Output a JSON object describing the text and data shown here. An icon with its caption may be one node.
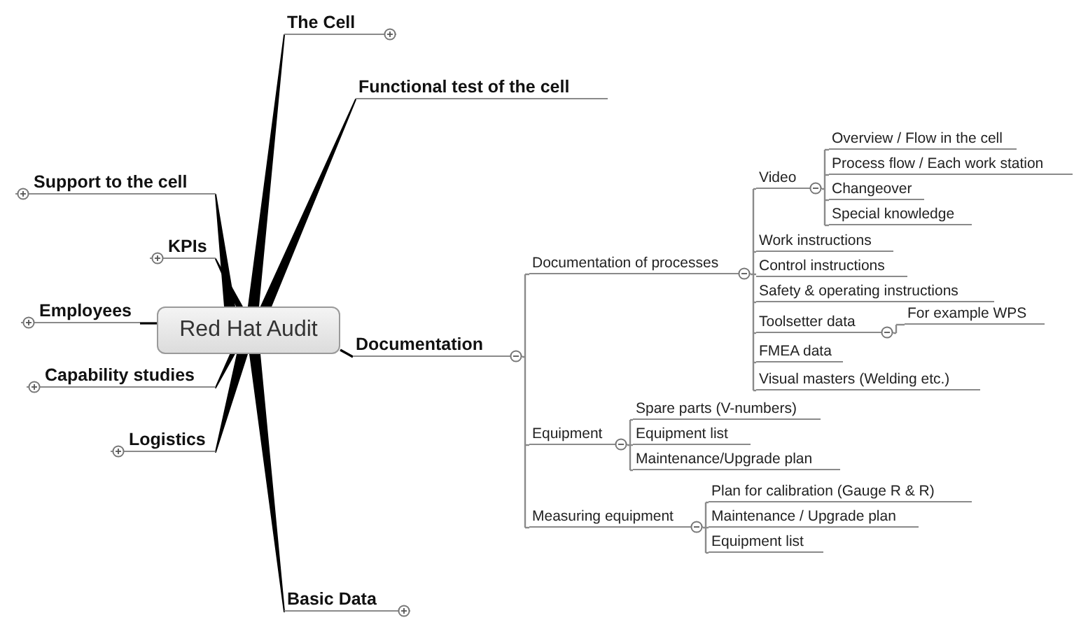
{
  "diagram": {
    "nodes": [
      {
        "text": [
          "Red Hat Audit"
        ]
      },
      {
        "text": [
          "The Cell"
        ]
      },
      {
        "text": [
          "Functional test of the cell"
        ]
      },
      {
        "text": [
          "Support to the cell"
        ]
      },
      {
        "text": [
          "KPIs"
        ]
      },
      {
        "text": [
          "Employees"
        ]
      },
      {
        "text": [
          "Capability studies"
        ]
      },
      {
        "text": [
          "Logistics"
        ]
      },
      {
        "text": [
          "Basic Data"
        ]
      },
      {
        "text": [
          "Documentation"
        ]
      },
      {
        "text": [
          "Documentation of processes"
        ]
      },
      {
        "text": [
          "Video"
        ]
      },
      {
        "text": [
          "Overview / Flow in the cell"
        ]
      },
      {
        "text": [
          "Process flow / Each work station"
        ]
      },
      {
        "text": [
          "Changeover"
        ]
      },
      {
        "text": [
          "Special knowledge"
        ]
      },
      {
        "text": [
          "Work instructions"
        ]
      },
      {
        "text": [
          "Control instructions"
        ]
      },
      {
        "text": [
          "Safety & operating instructions"
        ]
      },
      {
        "text": [
          "Toolsetter data"
        ]
      },
      {
        "text": [
          "For example WPS"
        ]
      },
      {
        "text": [
          "FMEA data"
        ]
      },
      {
        "text": [
          "Visual masters (Welding etc.)"
        ]
      },
      {
        "text": [
          "Equipment"
        ]
      },
      {
        "text": [
          "Spare parts (V-numbers)"
        ]
      },
      {
        "text": [
          "Equipment list"
        ]
      },
      {
        "text": [
          "Maintenance/Upgrade plan"
        ]
      },
      {
        "text": [
          "Measuring equipment"
        ]
      },
      {
        "text": [
          "Plan for calibration (Gauge R & R)"
        ]
      },
      {
        "text": [
          "Maintenance / Upgrade plan"
        ]
      },
      {
        "text": [
          "Equipment list"
        ]
      }
    ],
    "edges": [
      {
        "from": 0,
        "to": 1,
        "arrow": "none",
        "style": "thick",
        "color": "#000000"
      },
      {
        "from": 0,
        "to": 2,
        "arrow": "none",
        "style": "thick",
        "color": "#000000"
      },
      {
        "from": 0,
        "to": 3,
        "arrow": "none",
        "style": "thick",
        "color": "#000000"
      },
      {
        "from": 0,
        "to": 4,
        "arrow": "none",
        "style": "thick",
        "color": "#000000"
      },
      {
        "from": 0,
        "to": 5,
        "arrow": "none",
        "color": "#000000"
      },
      {
        "from": 0,
        "to": 6,
        "arrow": "none",
        "style": "thick",
        "color": "#000000"
      },
      {
        "from": 0,
        "to": 7,
        "arrow": "none",
        "style": "thick",
        "color": "#000000"
      },
      {
        "from": 0,
        "to": 8,
        "arrow": "none",
        "style": "thick",
        "color": "#000000"
      },
      {
        "from": 0,
        "to": 9,
        "arrow": "none",
        "color": "#000000"
      },
      {
        "from": 9,
        "to": 10,
        "arrow": "none"
      },
      {
        "from": 9,
        "to": 23,
        "arrow": "none"
      },
      {
        "from": 9,
        "to": 27,
        "arrow": "none"
      },
      {
        "from": 10,
        "to": 11,
        "arrow": "none"
      },
      {
        "from": 11,
        "to": 12,
        "arrow": "none"
      },
      {
        "from": 11,
        "to": 13,
        "arrow": "none"
      },
      {
        "from": 11,
        "to": 14,
        "arrow": "none"
      },
      {
        "from": 11,
        "to": 15,
        "arrow": "none"
      },
      {
        "from": 10,
        "to": 16,
        "arrow": "none"
      },
      {
        "from": 10,
        "to": 17,
        "arrow": "none"
      },
      {
        "from": 10,
        "to": 18,
        "arrow": "none"
      },
      {
        "from": 10,
        "to": 19,
        "arrow": "none"
      },
      {
        "from": 19,
        "to": 20,
        "arrow": "none"
      },
      {
        "from": 10,
        "to": 21,
        "arrow": "none"
      },
      {
        "from": 10,
        "to": 22,
        "arrow": "none"
      },
      {
        "from": 23,
        "to": 24,
        "arrow": "none"
      },
      {
        "from": 23,
        "to": 25,
        "arrow": "none"
      },
      {
        "from": 23,
        "to": 26,
        "arrow": "none"
      },
      {
        "from": 27,
        "to": 28,
        "arrow": "none"
      },
      {
        "from": 27,
        "to": 29,
        "arrow": "none"
      },
      {
        "from": 27,
        "to": 30,
        "arrow": "none"
      }
    ]
  }
}
